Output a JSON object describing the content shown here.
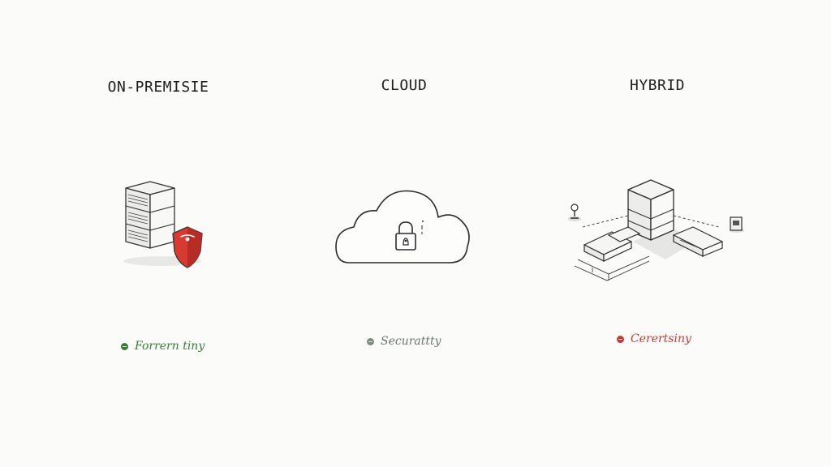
{
  "columns": [
    {
      "title": "ON-PREMISIE",
      "illustration_icon": "server-rack-with-shield-icon",
      "status": {
        "label": "Forrern tiny",
        "color": "#3d7a3a"
      }
    },
    {
      "title": "CLOUD",
      "illustration_icon": "cloud-with-padlock-icon",
      "status": {
        "label": "Securattty",
        "color": "#7d8a80"
      }
    },
    {
      "title": "HYBRID",
      "illustration_icon": "hybrid-server-network-icon",
      "status": {
        "label": "Cerertsiny",
        "color": "#c23b35"
      }
    }
  ],
  "colors": {
    "background": "#fbfbfa",
    "ink": "#222222",
    "shield_red": "#d63a30"
  }
}
